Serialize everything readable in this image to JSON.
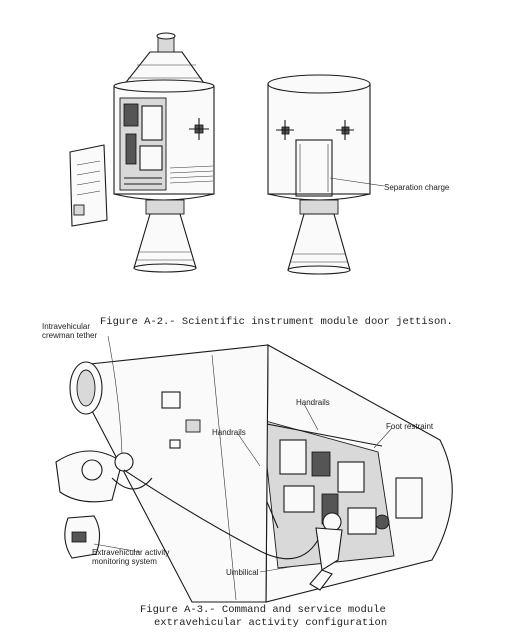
{
  "figure_a2": {
    "caption": "Figure A-2.- Scientific instrument module door jettison.",
    "labels": {
      "separation_charge": "Separation charge"
    }
  },
  "figure_a3": {
    "caption_line1": "Figure A-3.- Command and service module",
    "caption_line2": "extravehicular activity configuration",
    "labels": {
      "tether_line1": "Intravehicular",
      "tether_line2": "crewman tether",
      "handrails_top": "Handrails",
      "handrails_left": "Handrails",
      "foot_restraint": "Foot restraint",
      "eva_monitor_line1": "Extravehicular activity",
      "eva_monitor_line2": "monitoring system",
      "umbilical": "Umbilical"
    }
  }
}
